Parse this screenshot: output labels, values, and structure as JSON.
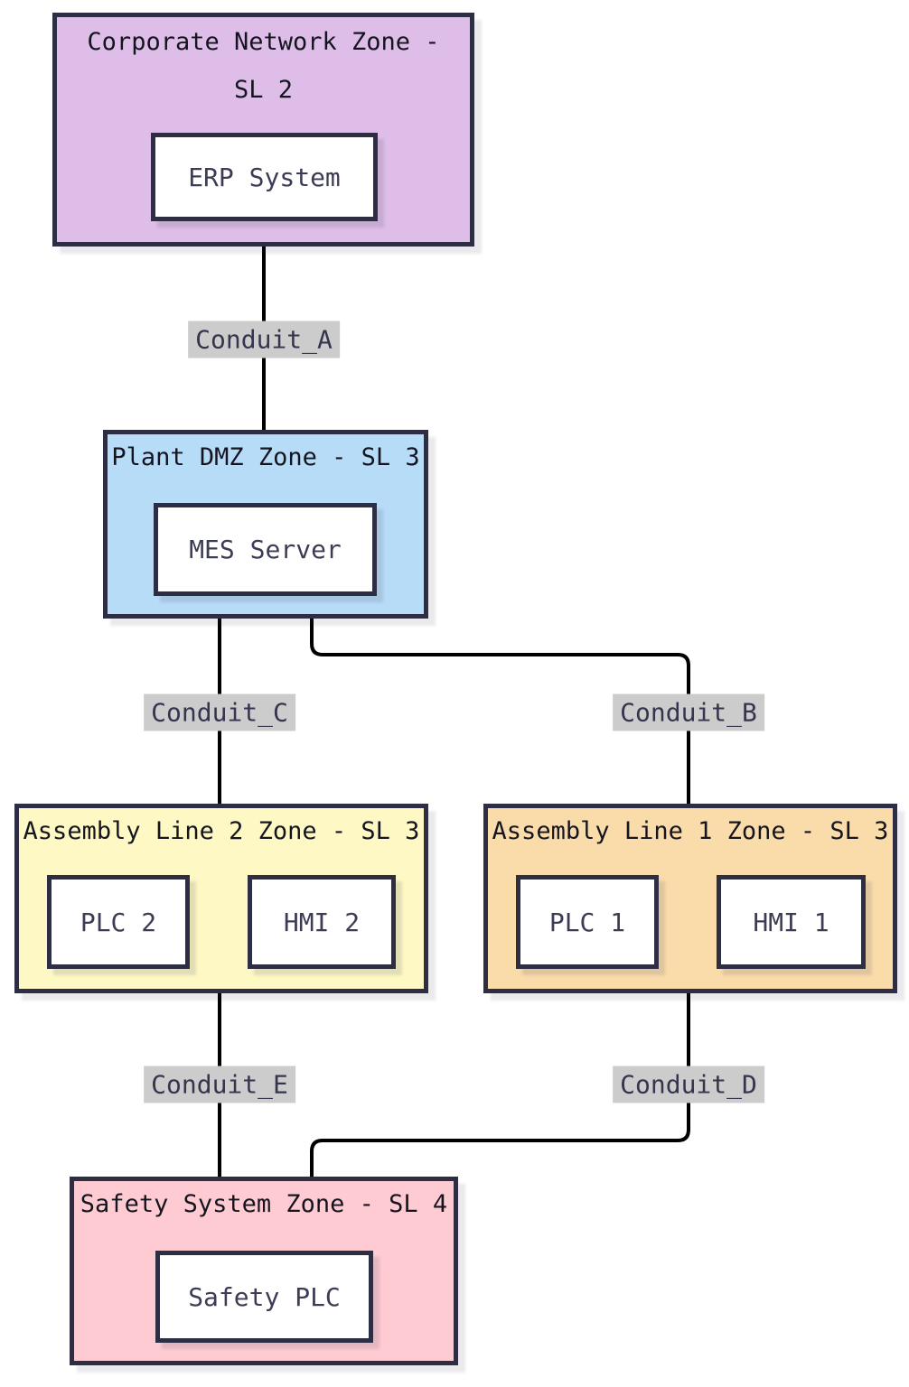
{
  "diagram": {
    "zones": [
      {
        "id": "corporate",
        "title": "Corporate Network Zone - SL 2",
        "fill": "#debee9",
        "nodes": [
          {
            "label": "ERP System"
          }
        ]
      },
      {
        "id": "dmz",
        "title": "Plant DMZ Zone - SL 3",
        "fill": "#b7dcf8",
        "nodes": [
          {
            "label": "MES Server"
          }
        ]
      },
      {
        "id": "line2",
        "title": "Assembly Line 2 Zone - SL 3",
        "fill": "#fdf8c4",
        "nodes": [
          {
            "label": "PLC 2"
          },
          {
            "label": "HMI 2"
          }
        ]
      },
      {
        "id": "line1",
        "title": "Assembly Line 1 Zone - SL 3",
        "fill": "#fadcab",
        "nodes": [
          {
            "label": "PLC 1"
          },
          {
            "label": "HMI 1"
          }
        ]
      },
      {
        "id": "safety",
        "title": "Safety System Zone - SL 4",
        "fill": "#ffcbd2",
        "nodes": [
          {
            "label": "Safety PLC"
          }
        ]
      }
    ],
    "conduits": [
      {
        "label": "Conduit_A",
        "from": "corporate",
        "to": "dmz"
      },
      {
        "label": "Conduit_B",
        "from": "dmz",
        "to": "line1"
      },
      {
        "label": "Conduit_C",
        "from": "dmz",
        "to": "line2"
      },
      {
        "label": "Conduit_D",
        "from": "line1",
        "to": "safety"
      },
      {
        "label": "Conduit_E",
        "from": "line2",
        "to": "safety"
      }
    ],
    "colors": {
      "background": "#ffffff",
      "zone_border": "#2d2d44",
      "zone_title_text": "#15151f",
      "node_fill": "#ffffff",
      "node_border": "#2d2d44",
      "node_text": "#3c3c55",
      "conduit_line": "#000000",
      "edge_label_bg": "#cccccc",
      "edge_label_text": "#35354e"
    }
  }
}
